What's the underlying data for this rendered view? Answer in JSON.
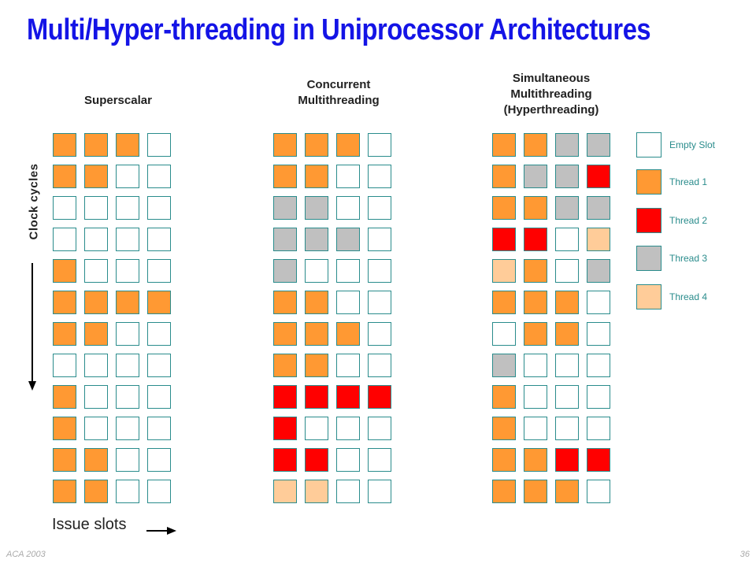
{
  "title": "Multi/Hyper-threading in Uniprocessor Architectures",
  "panels": [
    {
      "title_lines": [
        "Superscalar"
      ],
      "rows": [
        [
          "T1",
          "T1",
          "T1",
          "E"
        ],
        [
          "T1",
          "T1",
          "E",
          "E"
        ],
        [
          "E",
          "E",
          "E",
          "E"
        ],
        [
          "E",
          "E",
          "E",
          "E"
        ],
        [
          "T1",
          "E",
          "E",
          "E"
        ],
        [
          "T1",
          "T1",
          "T1",
          "T1"
        ],
        [
          "T1",
          "T1",
          "E",
          "E"
        ],
        [
          "E",
          "E",
          "E",
          "E"
        ],
        [
          "T1",
          "E",
          "E",
          "E"
        ],
        [
          "T1",
          "E",
          "E",
          "E"
        ],
        [
          "T1",
          "T1",
          "E",
          "E"
        ],
        [
          "T1",
          "T1",
          "E",
          "E"
        ]
      ]
    },
    {
      "title_lines": [
        "Concurrent",
        "Multithreading"
      ],
      "rows": [
        [
          "T1",
          "T1",
          "T1",
          "E"
        ],
        [
          "T1",
          "T1",
          "E",
          "E"
        ],
        [
          "T3",
          "T3",
          "E",
          "E"
        ],
        [
          "T3",
          "T3",
          "T3",
          "E"
        ],
        [
          "T3",
          "E",
          "E",
          "E"
        ],
        [
          "T1",
          "T1",
          "E",
          "E"
        ],
        [
          "T1",
          "T1",
          "T1",
          "E"
        ],
        [
          "T1",
          "T1",
          "E",
          "E"
        ],
        [
          "T2",
          "T2",
          "T2",
          "T2"
        ],
        [
          "T2",
          "E",
          "E",
          "E"
        ],
        [
          "T2",
          "T2",
          "E",
          "E"
        ],
        [
          "T4",
          "T4",
          "E",
          "E"
        ]
      ]
    },
    {
      "title_lines": [
        "Simultaneous",
        "Multithreading",
        "(Hyperthreading)"
      ],
      "rows": [
        [
          "T1",
          "T1",
          "T3",
          "T3"
        ],
        [
          "T1",
          "T3",
          "T3",
          "T2"
        ],
        [
          "T1",
          "T1",
          "T3",
          "T3"
        ],
        [
          "T2",
          "T2",
          "E",
          "T4"
        ],
        [
          "T4",
          "T1",
          "E",
          "T3"
        ],
        [
          "T1",
          "T1",
          "T1",
          "E"
        ],
        [
          "E",
          "T1",
          "T1",
          "E"
        ],
        [
          "T3",
          "E",
          "E",
          "E"
        ],
        [
          "T1",
          "E",
          "E",
          "E"
        ],
        [
          "T1",
          "E",
          "E",
          "E"
        ],
        [
          "T1",
          "T1",
          "T2",
          "T2"
        ],
        [
          "T1",
          "T1",
          "T1",
          "E"
        ]
      ]
    }
  ],
  "legend": [
    {
      "key": "E",
      "label": "Empty Slot",
      "color": "#ffffff"
    },
    {
      "key": "T1",
      "label": "Thread 1",
      "color": "#ff9933"
    },
    {
      "key": "T2",
      "label": "Thread 2",
      "color": "#ff0000"
    },
    {
      "key": "T3",
      "label": "Thread 3",
      "color": "#c0c0c0"
    },
    {
      "key": "T4",
      "label": "Thread 4",
      "color": "#ffcc99"
    }
  ],
  "y_axis_label": "Clock cycles",
  "x_axis_label": "Issue slots",
  "footer": {
    "left": "ACA 2003",
    "right": "36"
  }
}
